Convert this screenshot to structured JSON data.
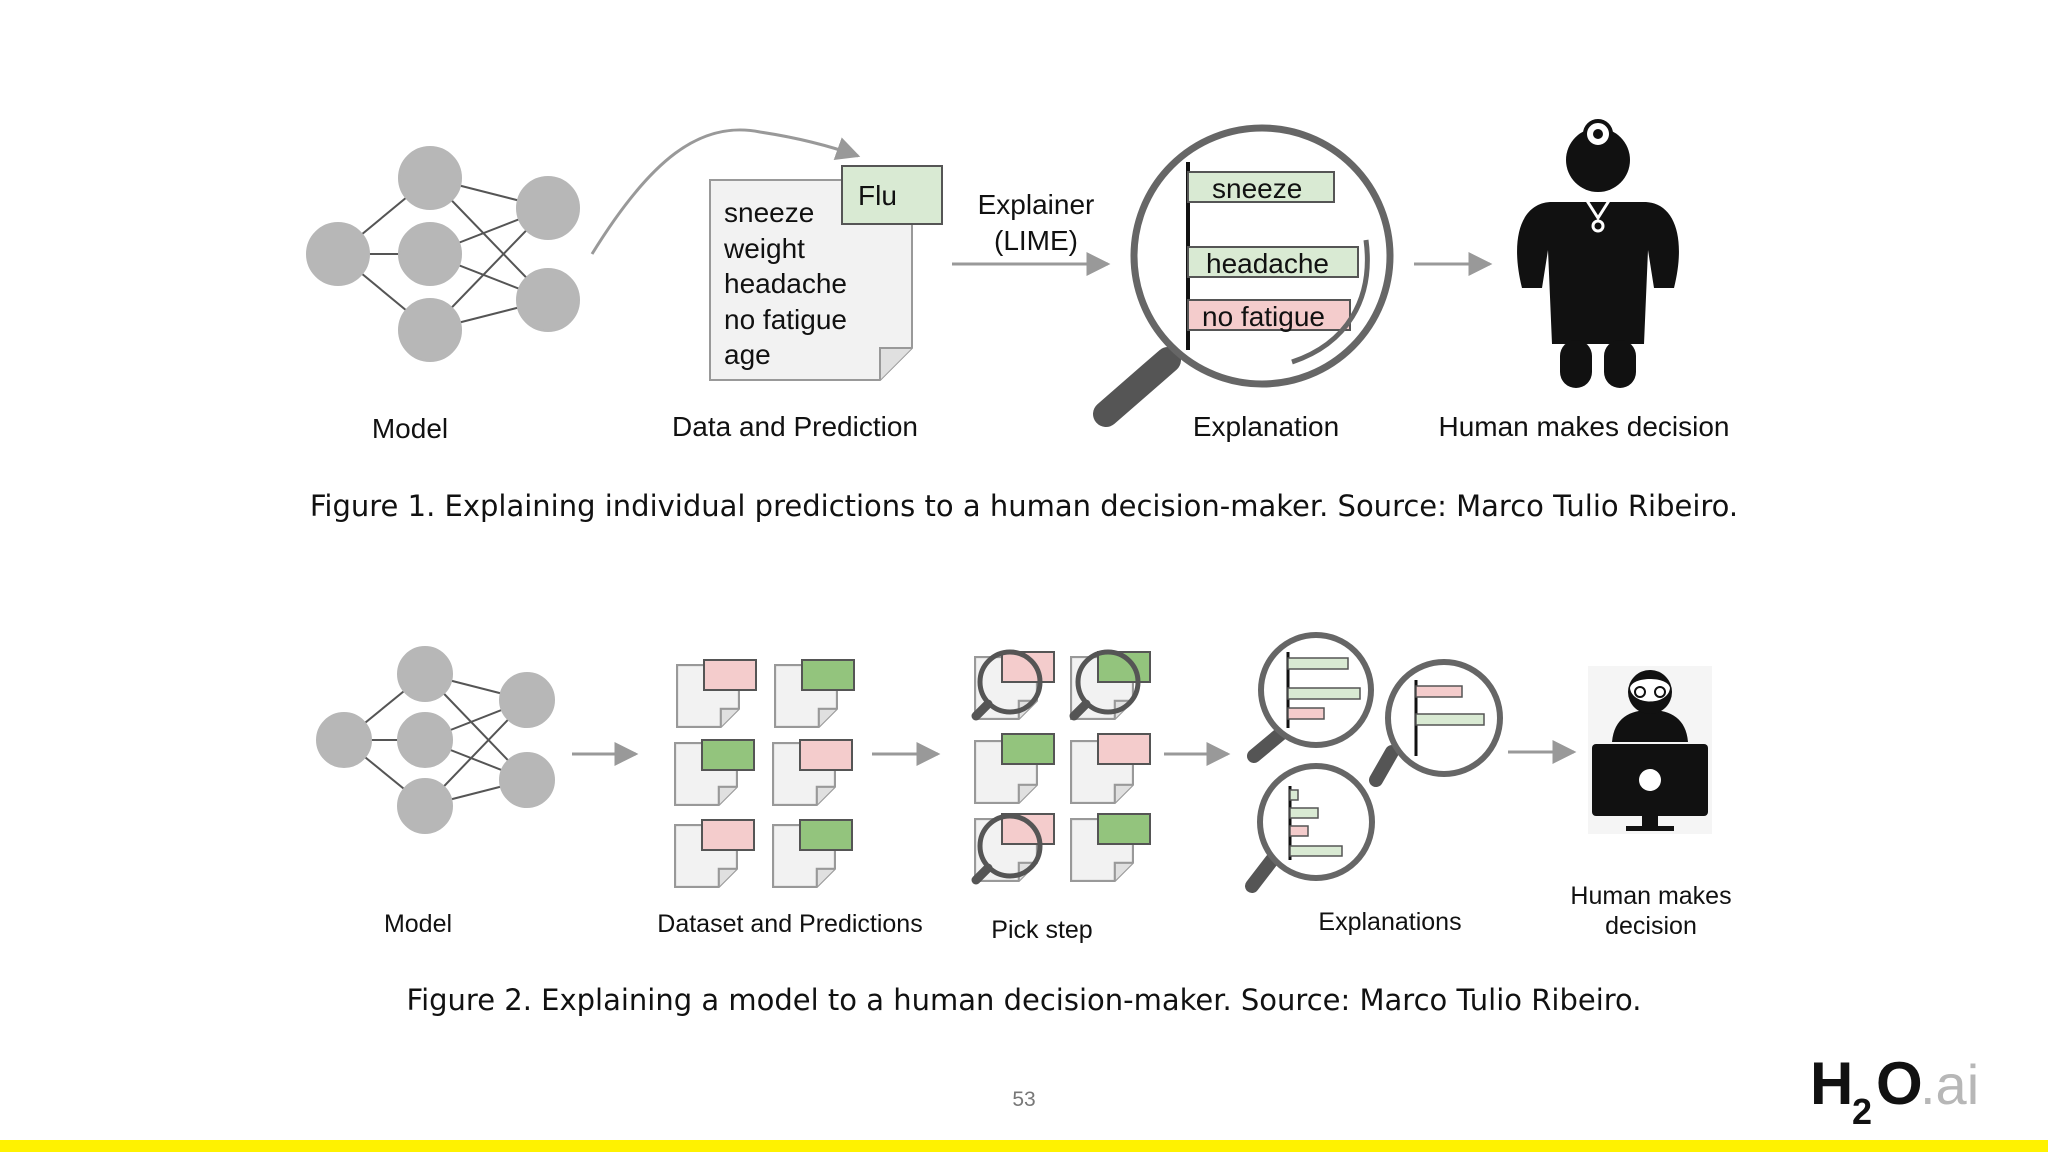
{
  "figure1": {
    "doc_lines": [
      "sneeze",
      "weight",
      "headache",
      "no fatigue",
      "age"
    ],
    "prediction": "Flu",
    "explainer_lines": [
      "Explainer",
      "(LIME)"
    ],
    "features": [
      {
        "label": "sneeze",
        "sentiment": "positive"
      },
      {
        "label": "headache",
        "sentiment": "positive"
      },
      {
        "label": "no fatigue",
        "sentiment": "negative"
      }
    ],
    "labels": {
      "model": "Model",
      "data": "Data and Prediction",
      "explanation": "Explanation",
      "human": "Human makes decision"
    },
    "caption": "Figure 1. Explaining individual predictions to a human decision-maker. Source: Marco Tulio Ribeiro."
  },
  "figure2": {
    "labels": {
      "model": "Model",
      "dataset": "Dataset and Predictions",
      "pick": "Pick step",
      "explanations": "Explanations",
      "human_line1": "Human makes",
      "human_line2": "decision"
    },
    "caption": "Figure 2. Explaining a model to a human decision-maker. Source: Marco Tulio Ribeiro."
  },
  "page_number": "53",
  "logo": {
    "text": "H2O.ai"
  },
  "colors": {
    "positive": "#d9ead3",
    "positive_strong": "#6aa84f",
    "negative": "#f4cccc",
    "node": "#b7b7b7",
    "accent_bar": "#fff200",
    "page_gray": "#777777"
  }
}
